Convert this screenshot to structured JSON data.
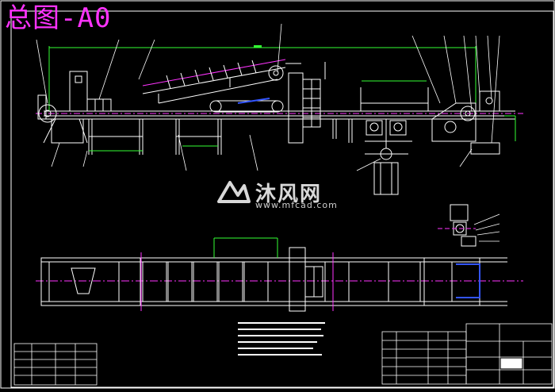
{
  "drawing": {
    "title": "总图-A0"
  },
  "watermark": {
    "name": "沐风网",
    "url": "www.mfcad.com"
  },
  "colors": {
    "background": "#000000",
    "frame": "#ffffff",
    "title": "#ff33ff",
    "dimension": "#33ff33",
    "centerline": "#ff33ff",
    "chain": "#3355ff",
    "watermark": "#d8d8d8"
  }
}
